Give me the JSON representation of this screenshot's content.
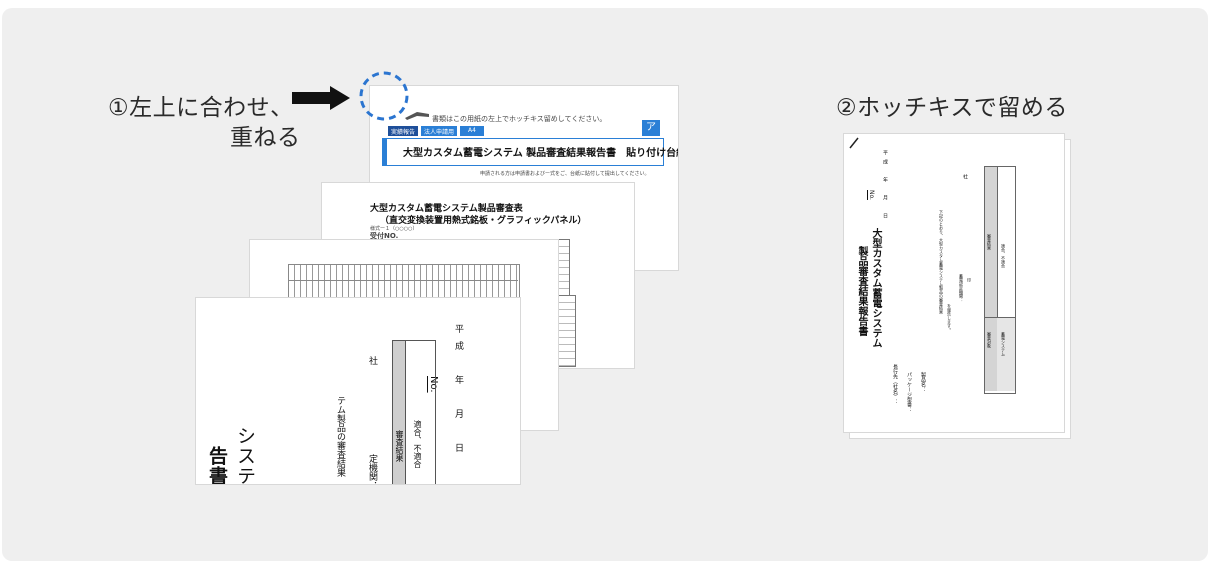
{
  "step1": {
    "line1": "①左上に合わせ、",
    "line2": "重ねる"
  },
  "step2": {
    "label": "②ホッチキスで留める"
  },
  "doc_top": {
    "notice": "書類はこの用紙の左上でホッチキス留めしてください。",
    "tag1": "実績報告",
    "tag2": "法人申請用",
    "tag3": "A4",
    "title": "大型カスタム蓄電システム 製品審査結果報告書　貼り付け台紙",
    "subnote": "申請される方は申請書およびー式をご、台紙に貼付して提出してください。",
    "logo": "ア"
  },
  "doc_second": {
    "title1": "大型カスタム蓄電システム製品審査表",
    "title2": "（直交変換装置用熱式銘板・グラフィックパネル）",
    "small1": "様式ー１（○○○○）",
    "small2": "受付NO."
  },
  "doc_front": {
    "no_label": "No.",
    "date": "平成　年　月　日",
    "title_a": "システム",
    "title_b": "告書",
    "company": "社",
    "review_label": "審査結果",
    "review_value": "適合、不適合",
    "body_line": "テム製品の審査結果",
    "field": "定機関："
  },
  "doc_right": {
    "title_a": "大型カスタム蓄電システム",
    "title_b": "製品審査結果報告書",
    "no_label": "No.",
    "date": "平成　年　月　日",
    "company": "社",
    "addressee": "長行先（社名）：",
    "package": "パッケージ型番：",
    "product": "製品名：",
    "body_line1": "下記のとおり、大型カスタム蓄電システム製品の審査結果",
    "body_line2": "を報告します。",
    "sign": "蓄電認定機関：",
    "sign2": "印",
    "col_head1": "審査対象",
    "col_head2": "審査結果",
    "cell1": "蓄電システム",
    "cell2": "適合、不適合"
  }
}
